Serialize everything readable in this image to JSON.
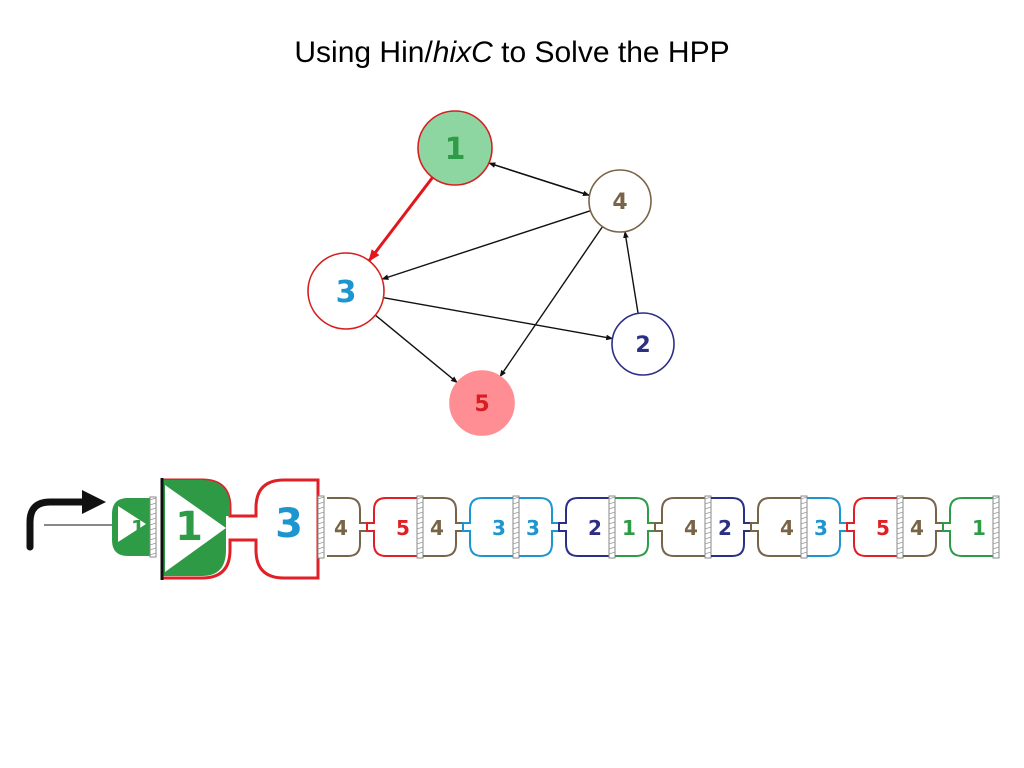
{
  "title": {
    "part1": "Using Hin/",
    "italic": "hixC",
    "part2": " to Solve the HPP"
  },
  "colors": {
    "green": "#2e9b46",
    "greenFill": "#8ed6a1",
    "blue": "#1d95cf",
    "brown": "#7a6448",
    "navy": "#2c2f86",
    "red": "#e01f26",
    "redFill": "#ff8e94",
    "hilite": "#e3161e"
  },
  "graph": {
    "nodes": [
      {
        "id": "1",
        "label": "1",
        "text": "#2e9b46",
        "stroke": "#d42020",
        "fill": "#8ed6a1"
      },
      {
        "id": "4",
        "label": "4",
        "text": "#7a6448",
        "stroke": "#7a6448",
        "fill": "#ffffff"
      },
      {
        "id": "3",
        "label": "3",
        "text": "#1d95cf",
        "stroke": "#d42020",
        "fill": "#ffffff"
      },
      {
        "id": "2",
        "label": "2",
        "text": "#2c2f86",
        "stroke": "#2c2f86",
        "fill": "#ffffff"
      },
      {
        "id": "5",
        "label": "5",
        "text": "#d42020",
        "stroke": "#ff8e94",
        "fill": "#ff8e94"
      }
    ],
    "edges": [
      {
        "from": "1",
        "to": "3",
        "highlight": true
      },
      {
        "from": "1",
        "to": "4",
        "highlight": false
      },
      {
        "from": "4",
        "to": "1",
        "highlight": false
      },
      {
        "from": "4",
        "to": "3",
        "highlight": false
      },
      {
        "from": "4",
        "to": "5",
        "highlight": false
      },
      {
        "from": "3",
        "to": "2",
        "highlight": false
      },
      {
        "from": "3",
        "to": "5",
        "highlight": false
      },
      {
        "from": "2",
        "to": "4",
        "highlight": false
      }
    ]
  },
  "construct": {
    "promoter": "promoter-arrow",
    "first_half": "1",
    "big_pair": [
      "1",
      "3"
    ],
    "segments": [
      [
        "4",
        "5"
      ],
      [
        "4",
        "3"
      ],
      [
        "3",
        "2"
      ],
      [
        "1",
        "4"
      ],
      [
        "2",
        "4"
      ],
      [
        "3",
        "5"
      ],
      [
        "4",
        "1"
      ]
    ]
  }
}
